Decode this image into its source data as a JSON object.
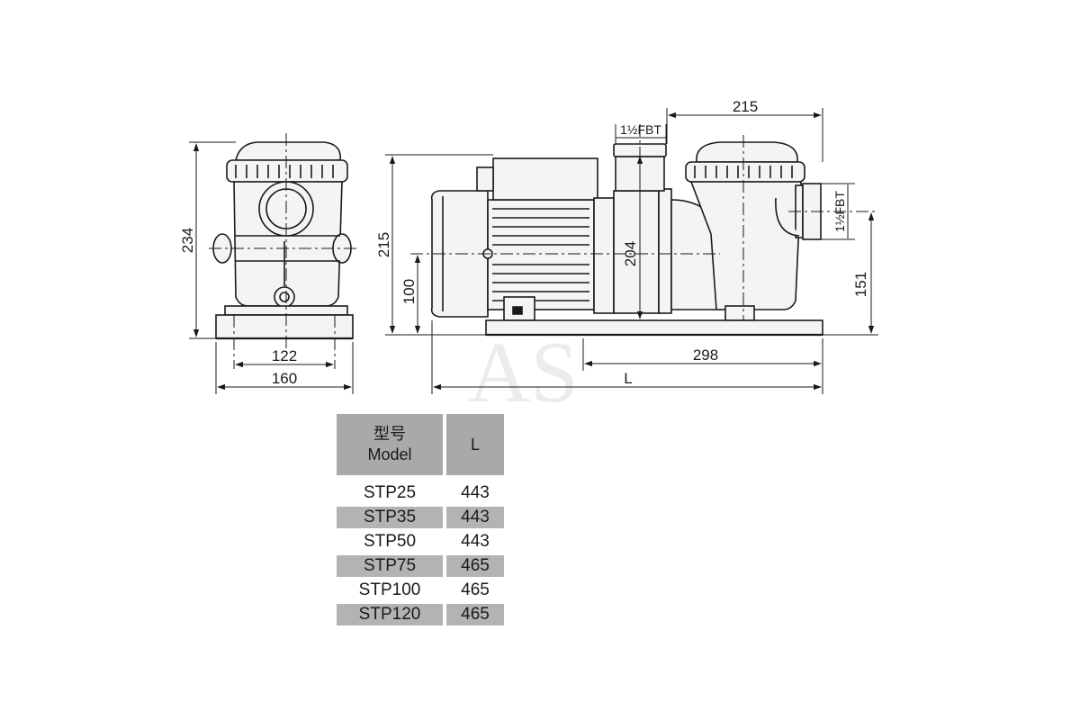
{
  "watermark": "AS",
  "dimensions": {
    "front_height": "234",
    "front_base_inner": "122",
    "front_base_outer": "160",
    "side_height": "215",
    "side_shaft_height": "100",
    "side_top_length": "215",
    "side_port_height": "204",
    "side_outlet_height": "151",
    "side_base_length": "298",
    "side_total_length": "L"
  },
  "ports": {
    "inlet_label": "1½FBT",
    "outlet_label": "1½FBT"
  },
  "table": {
    "header_model_cn": "型号",
    "header_model_en": "Model",
    "header_length": "L",
    "rows": [
      {
        "model": "STP25",
        "length": "443"
      },
      {
        "model": "STP35",
        "length": "443"
      },
      {
        "model": "STP50",
        "length": "443"
      },
      {
        "model": "STP75",
        "length": "465"
      },
      {
        "model": "STP100",
        "length": "465"
      },
      {
        "model": "STP120",
        "length": "465"
      }
    ]
  },
  "colors": {
    "line": "#1a1a1a",
    "body_fill": "#f4f4f4",
    "table_shade": "#b3b3b3",
    "table_header": "#a9a9a9"
  }
}
